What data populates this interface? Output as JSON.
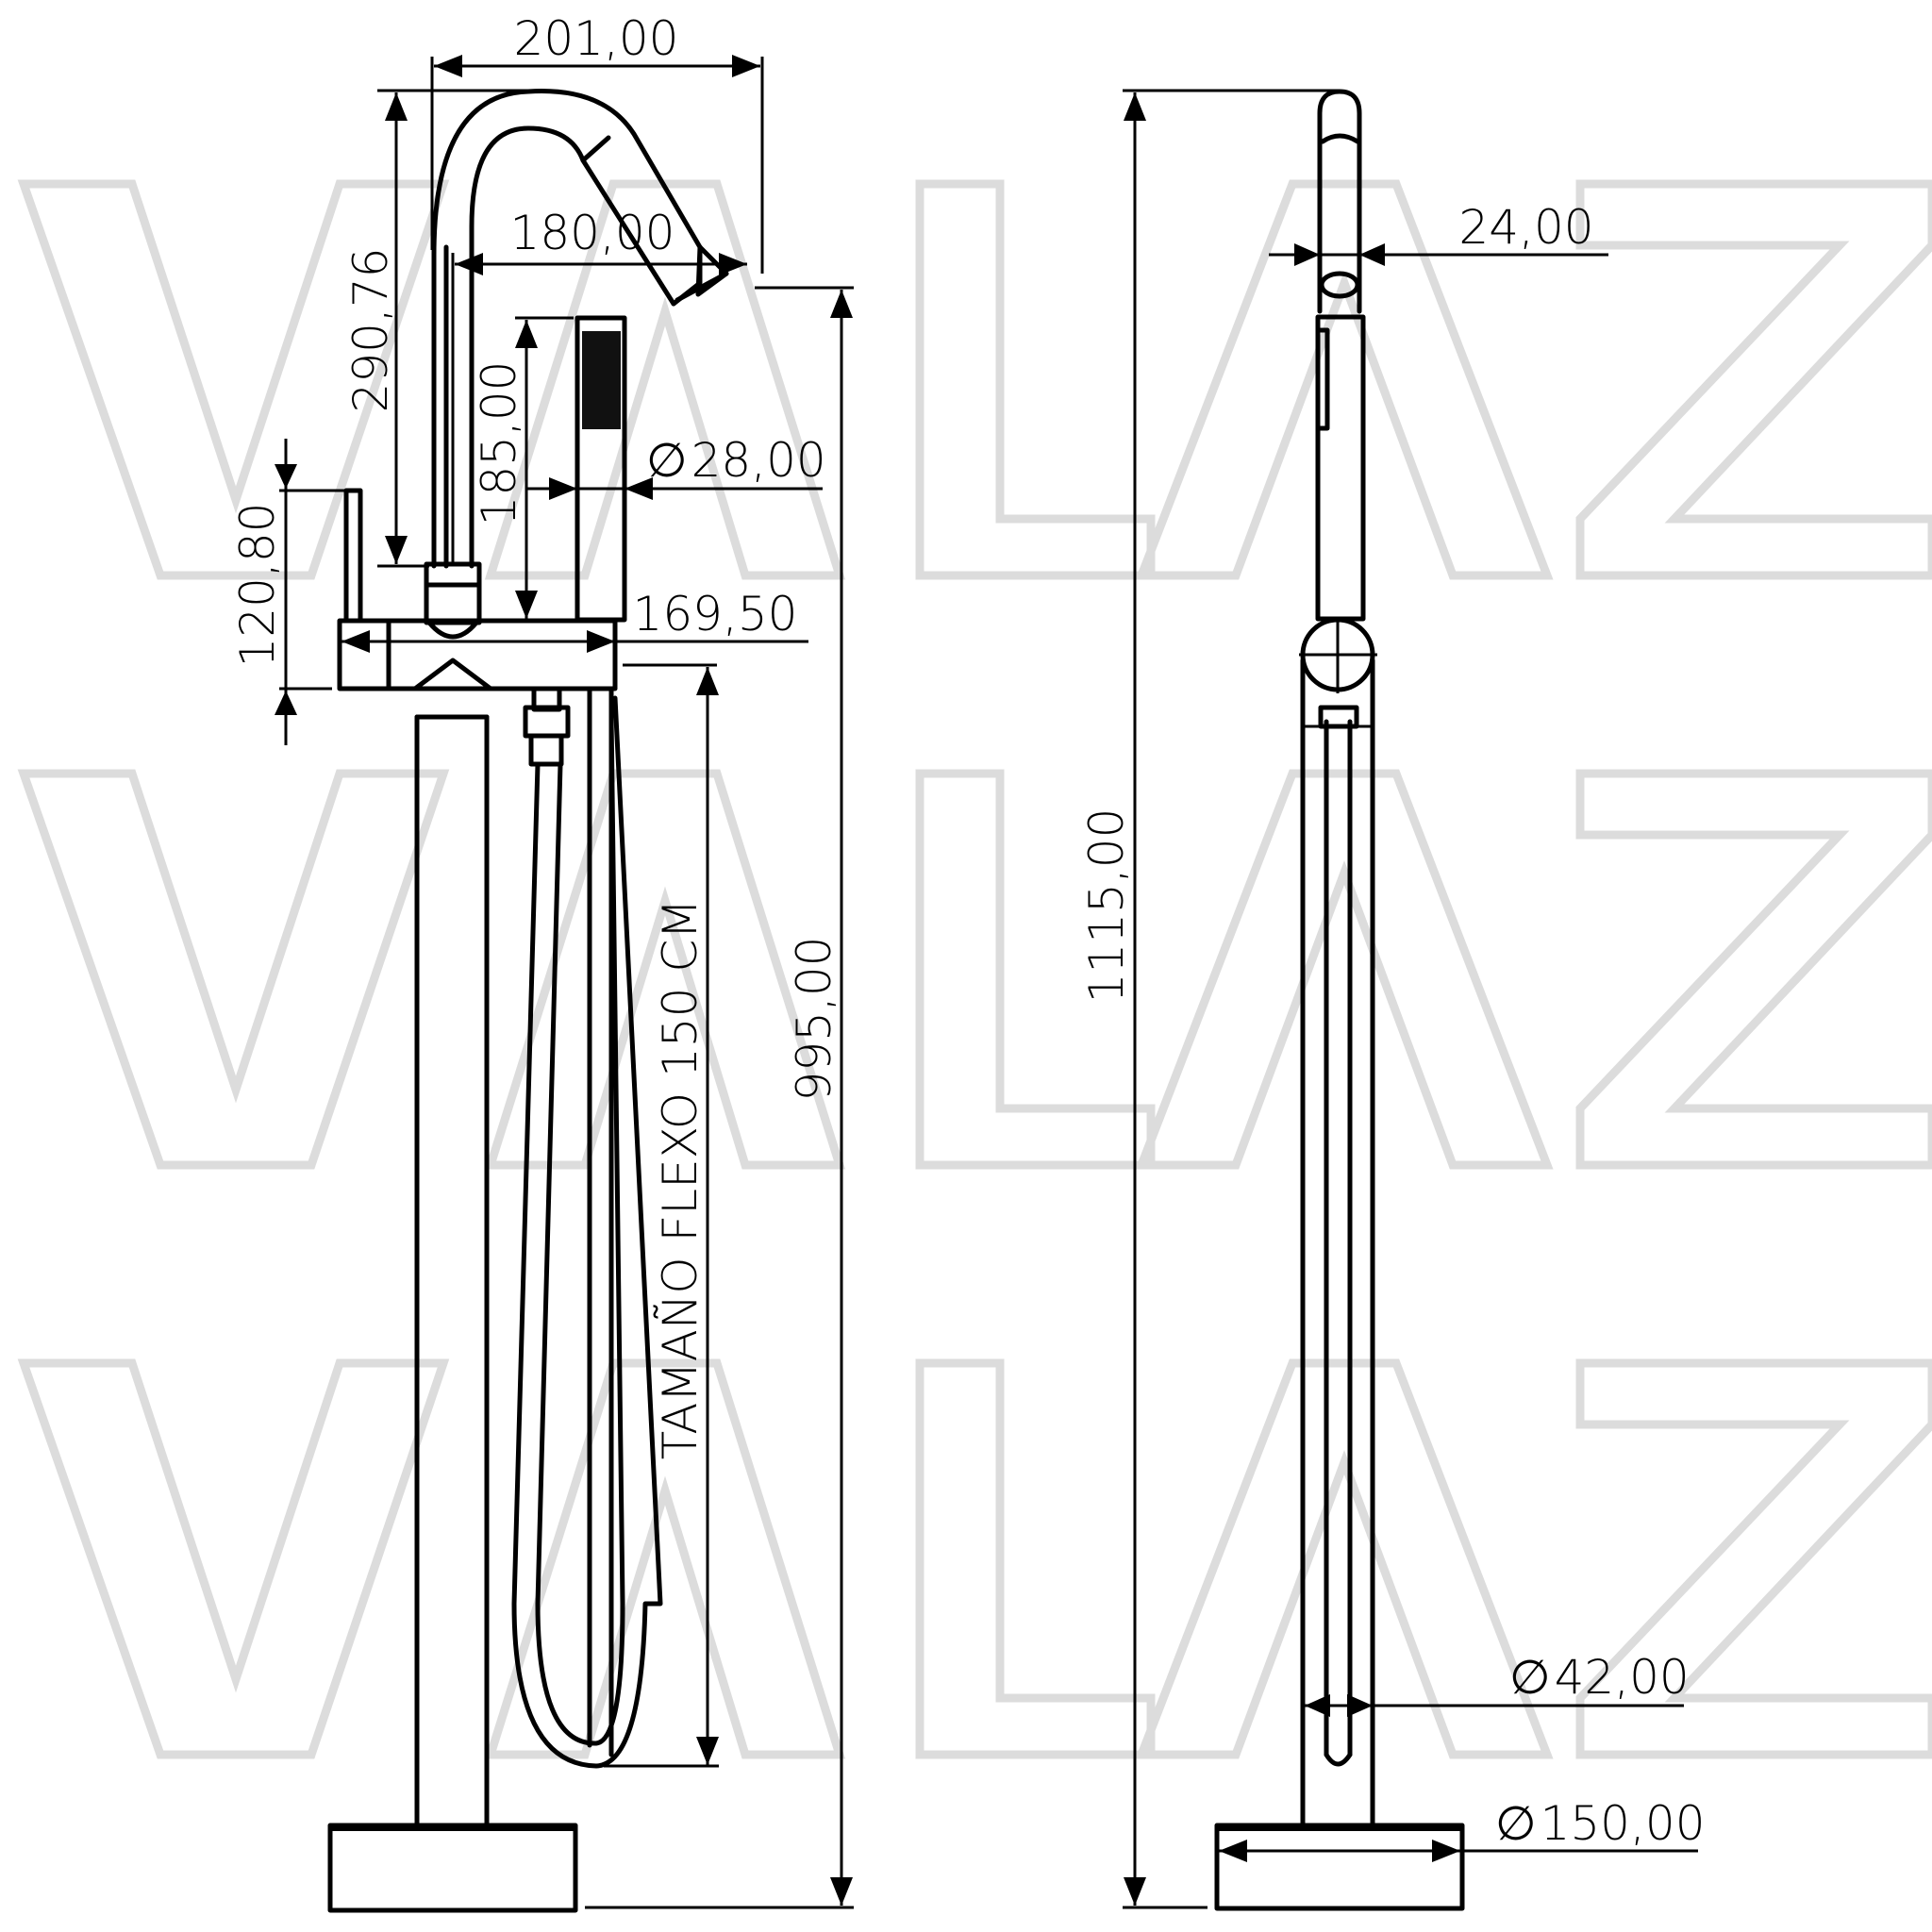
{
  "drawing": {
    "watermark": "VALAZ",
    "watermark_color": "#dcdcdc",
    "line_color": "#000000",
    "views": [
      {
        "name": "front-view",
        "label": "Front elevation of freestanding bath/shower mixer"
      },
      {
        "name": "side-view",
        "label": "Side elevation of freestanding bath/shower mixer"
      }
    ]
  },
  "dimensions": {
    "spout_reach_outer": "201,00",
    "spout_reach_inner": "180,00",
    "spout_height": "290,76",
    "handshower_height": "185,00",
    "handshower_diameter": "28,00",
    "handshower_diameter_symbol": "∅",
    "lever_height": "120,80",
    "body_width": "169,50",
    "hose_length_label": "TAMAÑO FLEXO 150 CM",
    "front_total_height": "995,00",
    "side_total_height": "1115,00",
    "spout_width": "24,00",
    "column_diameter": "42,00",
    "column_diameter_symbol": "∅",
    "base_diameter": "150,00",
    "base_diameter_symbol": "∅"
  }
}
